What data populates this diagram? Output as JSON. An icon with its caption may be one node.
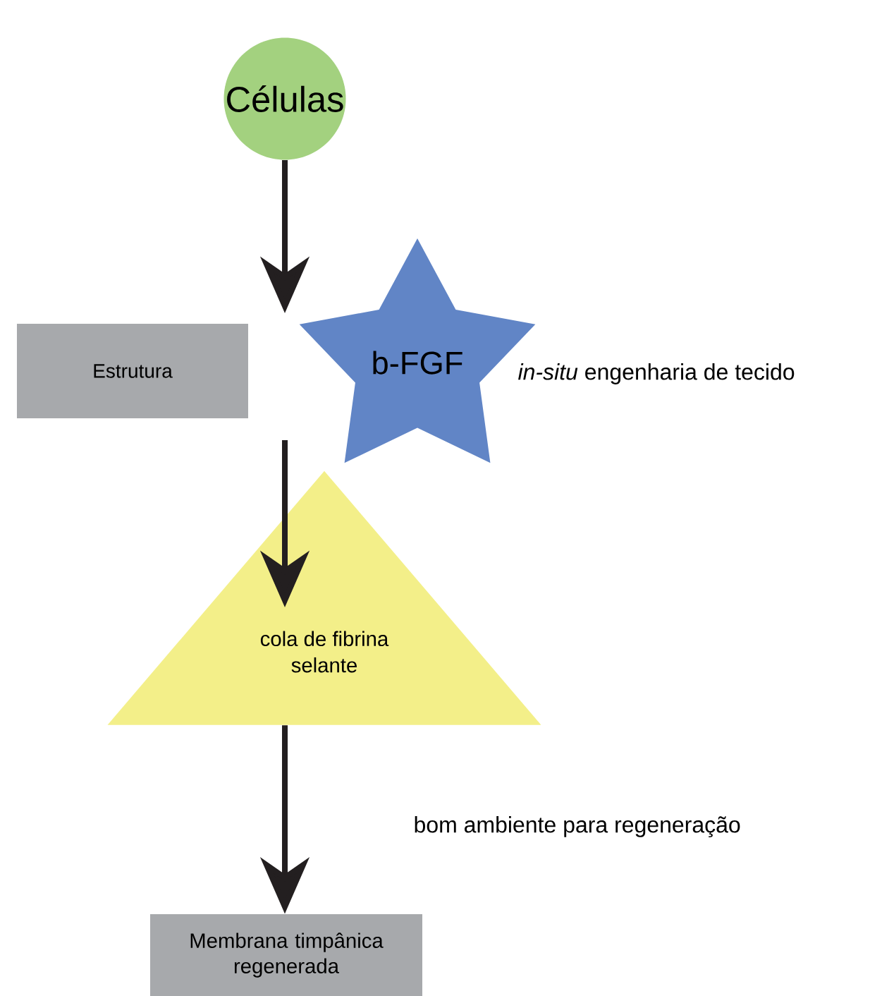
{
  "diagram": {
    "nodes": [
      {
        "text": [
          "Células"
        ]
      },
      {
        "text": [
          "Estrutura"
        ]
      },
      {
        "text": [
          "b-FGF"
        ]
      },
      {
        "text": [
          "cola de fibrina selante"
        ]
      },
      {
        "text": [
          "Membrana timpânica regenerada"
        ]
      }
    ],
    "edges": [
      {
        "from": 0,
        "to": null,
        "arrow": "to"
      },
      {
        "from": null,
        "to": 3,
        "arrow": "to"
      },
      {
        "from": 3,
        "to": 4,
        "arrow": "to"
      }
    ],
    "labels": [
      "*in-situ* engenharia de tecido",
      "bom ambiente para regeneração"
    ]
  }
}
